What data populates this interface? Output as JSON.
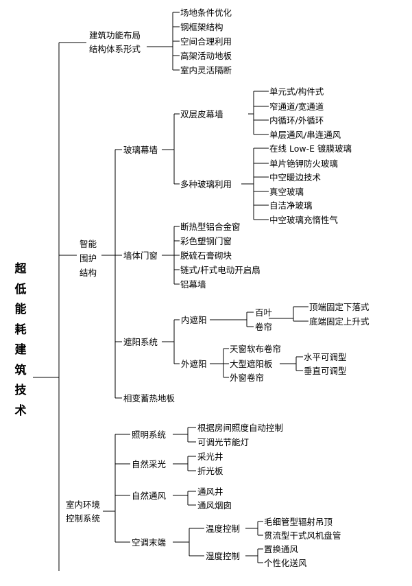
{
  "root": "超\n低\n能\n耗\n建\n筑\n技\n术",
  "s1": {
    "label": "建筑功能布局\n结构体系形式",
    "items": [
      "场地条件优化",
      "钢框架结构",
      "空间合理利用",
      "高架活动地板",
      "室内灵活隔断"
    ]
  },
  "s2": {
    "label": "智能\n围护\n结构",
    "glass": {
      "label": "玻璃幕墙",
      "double": {
        "label": "双层皮幕墙",
        "items": [
          "单元式/构件式",
          "窄通道/宽通道",
          "内循环/外循环",
          "单层通风/串连通风"
        ]
      },
      "multi": {
        "label": "多种玻璃利用",
        "items": [
          "在线 Low-E 镀膜玻璃",
          "单片铯钾防火玻璃",
          "中空暖边技术",
          "真空玻璃",
          "自洁净玻璃",
          "中空玻璃充惰性气"
        ]
      }
    },
    "wall": {
      "label": "墙体门窗",
      "items": [
        "断热型铝合金窗",
        "彩色塑钢门窗",
        "脱硫石膏砌块",
        "链式/杆式电动开启扇",
        "铝幕墙"
      ]
    },
    "shade": {
      "label": "遮阳系统",
      "inner": {
        "label": "内遮阳",
        "baiye": "百叶",
        "juanlian": "卷帘",
        "modes": [
          "顶端固定下落式",
          "底端固定上升式"
        ]
      },
      "outer": {
        "label": "外遮阳",
        "items": [
          "天窗软布卷帘",
          "大型遮阳板",
          "外窗卷帘"
        ],
        "adjust": [
          "水平可调型",
          "垂直可调型"
        ]
      }
    },
    "floor": "相变蓄热地板"
  },
  "s3": {
    "label": "室内环境\n控制系统",
    "light": {
      "label": "照明系统",
      "items": [
        "根据房间照度自动控制",
        "可调光节能灯"
      ]
    },
    "daylight": {
      "label": "自然采光",
      "items": [
        "采光井",
        "折光板"
      ]
    },
    "vent": {
      "label": "自然通风",
      "items": [
        "通风井",
        "通风烟囱"
      ]
    },
    "ac": {
      "label": "空调末端",
      "temp": {
        "label": "温度控制",
        "items": [
          "毛细管型辐射吊顶",
          "贯流型干式风机盘管"
        ]
      },
      "humid": {
        "label": "湿度控制",
        "items": [
          "置换通风",
          "个性化送风"
        ]
      }
    }
  }
}
